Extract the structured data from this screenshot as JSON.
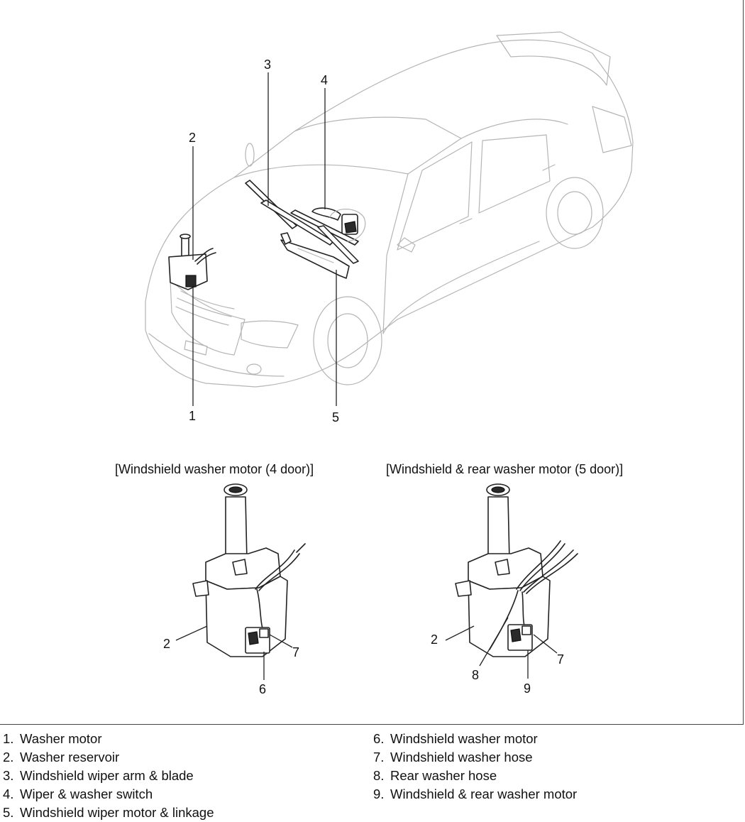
{
  "callouts": {
    "top_1": "1",
    "top_2": "2",
    "top_3": "3",
    "top_4": "4",
    "top_5": "5",
    "left_2": "2",
    "left_6": "6",
    "left_7": "7",
    "right_2": "2",
    "right_7": "7",
    "right_8": "8",
    "right_9": "9"
  },
  "captions": {
    "four_door": "[Windshield washer motor (4 door)]",
    "five_door": "[Windshield & rear washer motor (5 door)]"
  },
  "legend": {
    "left": [
      {
        "num": "1.",
        "label": "Washer motor"
      },
      {
        "num": "2.",
        "label": "Washer reservoir"
      },
      {
        "num": "3.",
        "label": "Windshield wiper arm & blade"
      },
      {
        "num": "4.",
        "label": "Wiper & washer switch"
      },
      {
        "num": "5.",
        "label": "Windshield wiper motor & linkage"
      }
    ],
    "right": [
      {
        "num": "6.",
        "label": "Windshield washer motor"
      },
      {
        "num": "7.",
        "label": "Windshield washer hose"
      },
      {
        "num": "8.",
        "label": "Rear washer hose"
      },
      {
        "num": "9.",
        "label": "Windshield & rear washer motor"
      }
    ]
  }
}
